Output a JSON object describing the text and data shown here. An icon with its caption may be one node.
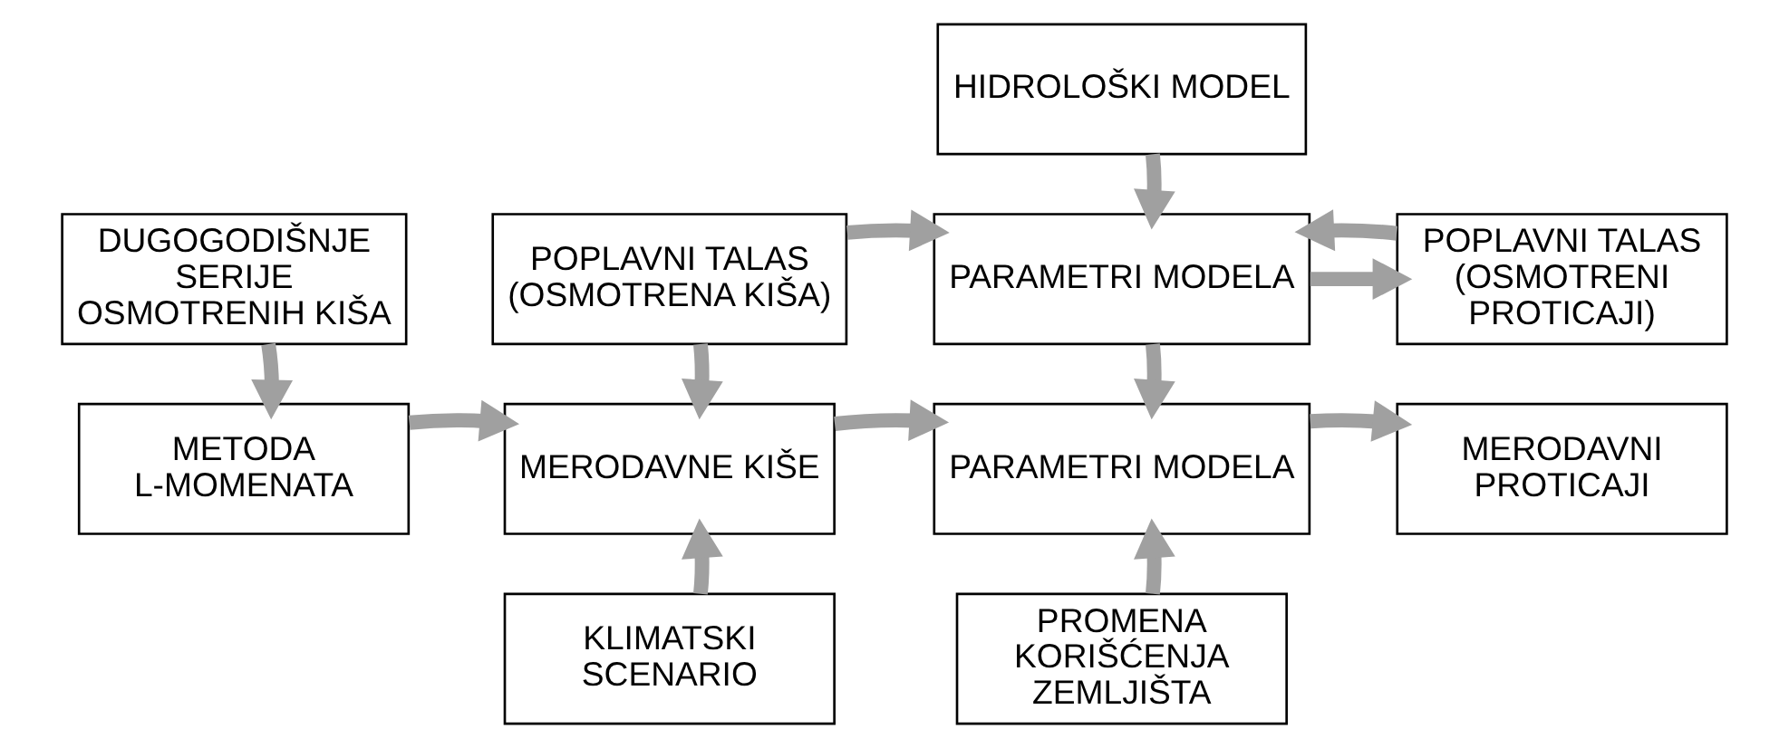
{
  "diagram": {
    "nodes": [
      {
        "text": [
          "DUGOGODIŠNJE SERIJE OSMOTRENIH KIŠA"
        ]
      },
      {
        "text": [
          "HIDROLOŠKI MODEL"
        ]
      },
      {
        "text": [
          "POPLAVNI TALAS (OSMOTRENA KIŠA)"
        ]
      },
      {
        "text": [
          "PARAMETRI MODELA"
        ]
      },
      {
        "text": [
          "POPLAVNI TALAS (OSMOTRENI PROTICAJI)"
        ]
      },
      {
        "text": [
          "METODA L-MOMENATA"
        ]
      },
      {
        "text": [
          "MERODAVNE KIŠE"
        ]
      },
      {
        "text": [
          "PARAMETRI MODELA"
        ]
      },
      {
        "text": [
          "MERODAVNI PROTICAJI"
        ]
      },
      {
        "text": [
          "KLIMATSKI SCENARIO"
        ]
      },
      {
        "text": [
          "PROMENA KORIŠĆENJA ZEMLJIŠTA"
        ]
      }
    ],
    "edges": [
      {
        "from": 0,
        "to": 5,
        "arrow": "to"
      },
      {
        "from": 1,
        "to": 3,
        "arrow": "to"
      },
      {
        "from": 2,
        "to": 3,
        "arrow": "to"
      },
      {
        "from": 3,
        "to": 4,
        "arrow": "to"
      },
      {
        "from": 4,
        "to": 3,
        "arrow": "to"
      },
      {
        "from": 2,
        "to": 6,
        "arrow": "to"
      },
      {
        "from": 3,
        "to": 7,
        "arrow": "to"
      },
      {
        "from": 5,
        "to": 6,
        "arrow": "to"
      },
      {
        "from": 6,
        "to": 7,
        "arrow": "to"
      },
      {
        "from": 7,
        "to": 8,
        "arrow": "to"
      },
      {
        "from": 9,
        "to": 6,
        "arrow": "to"
      },
      {
        "from": 10,
        "to": 7,
        "arrow": "to"
      }
    ]
  }
}
